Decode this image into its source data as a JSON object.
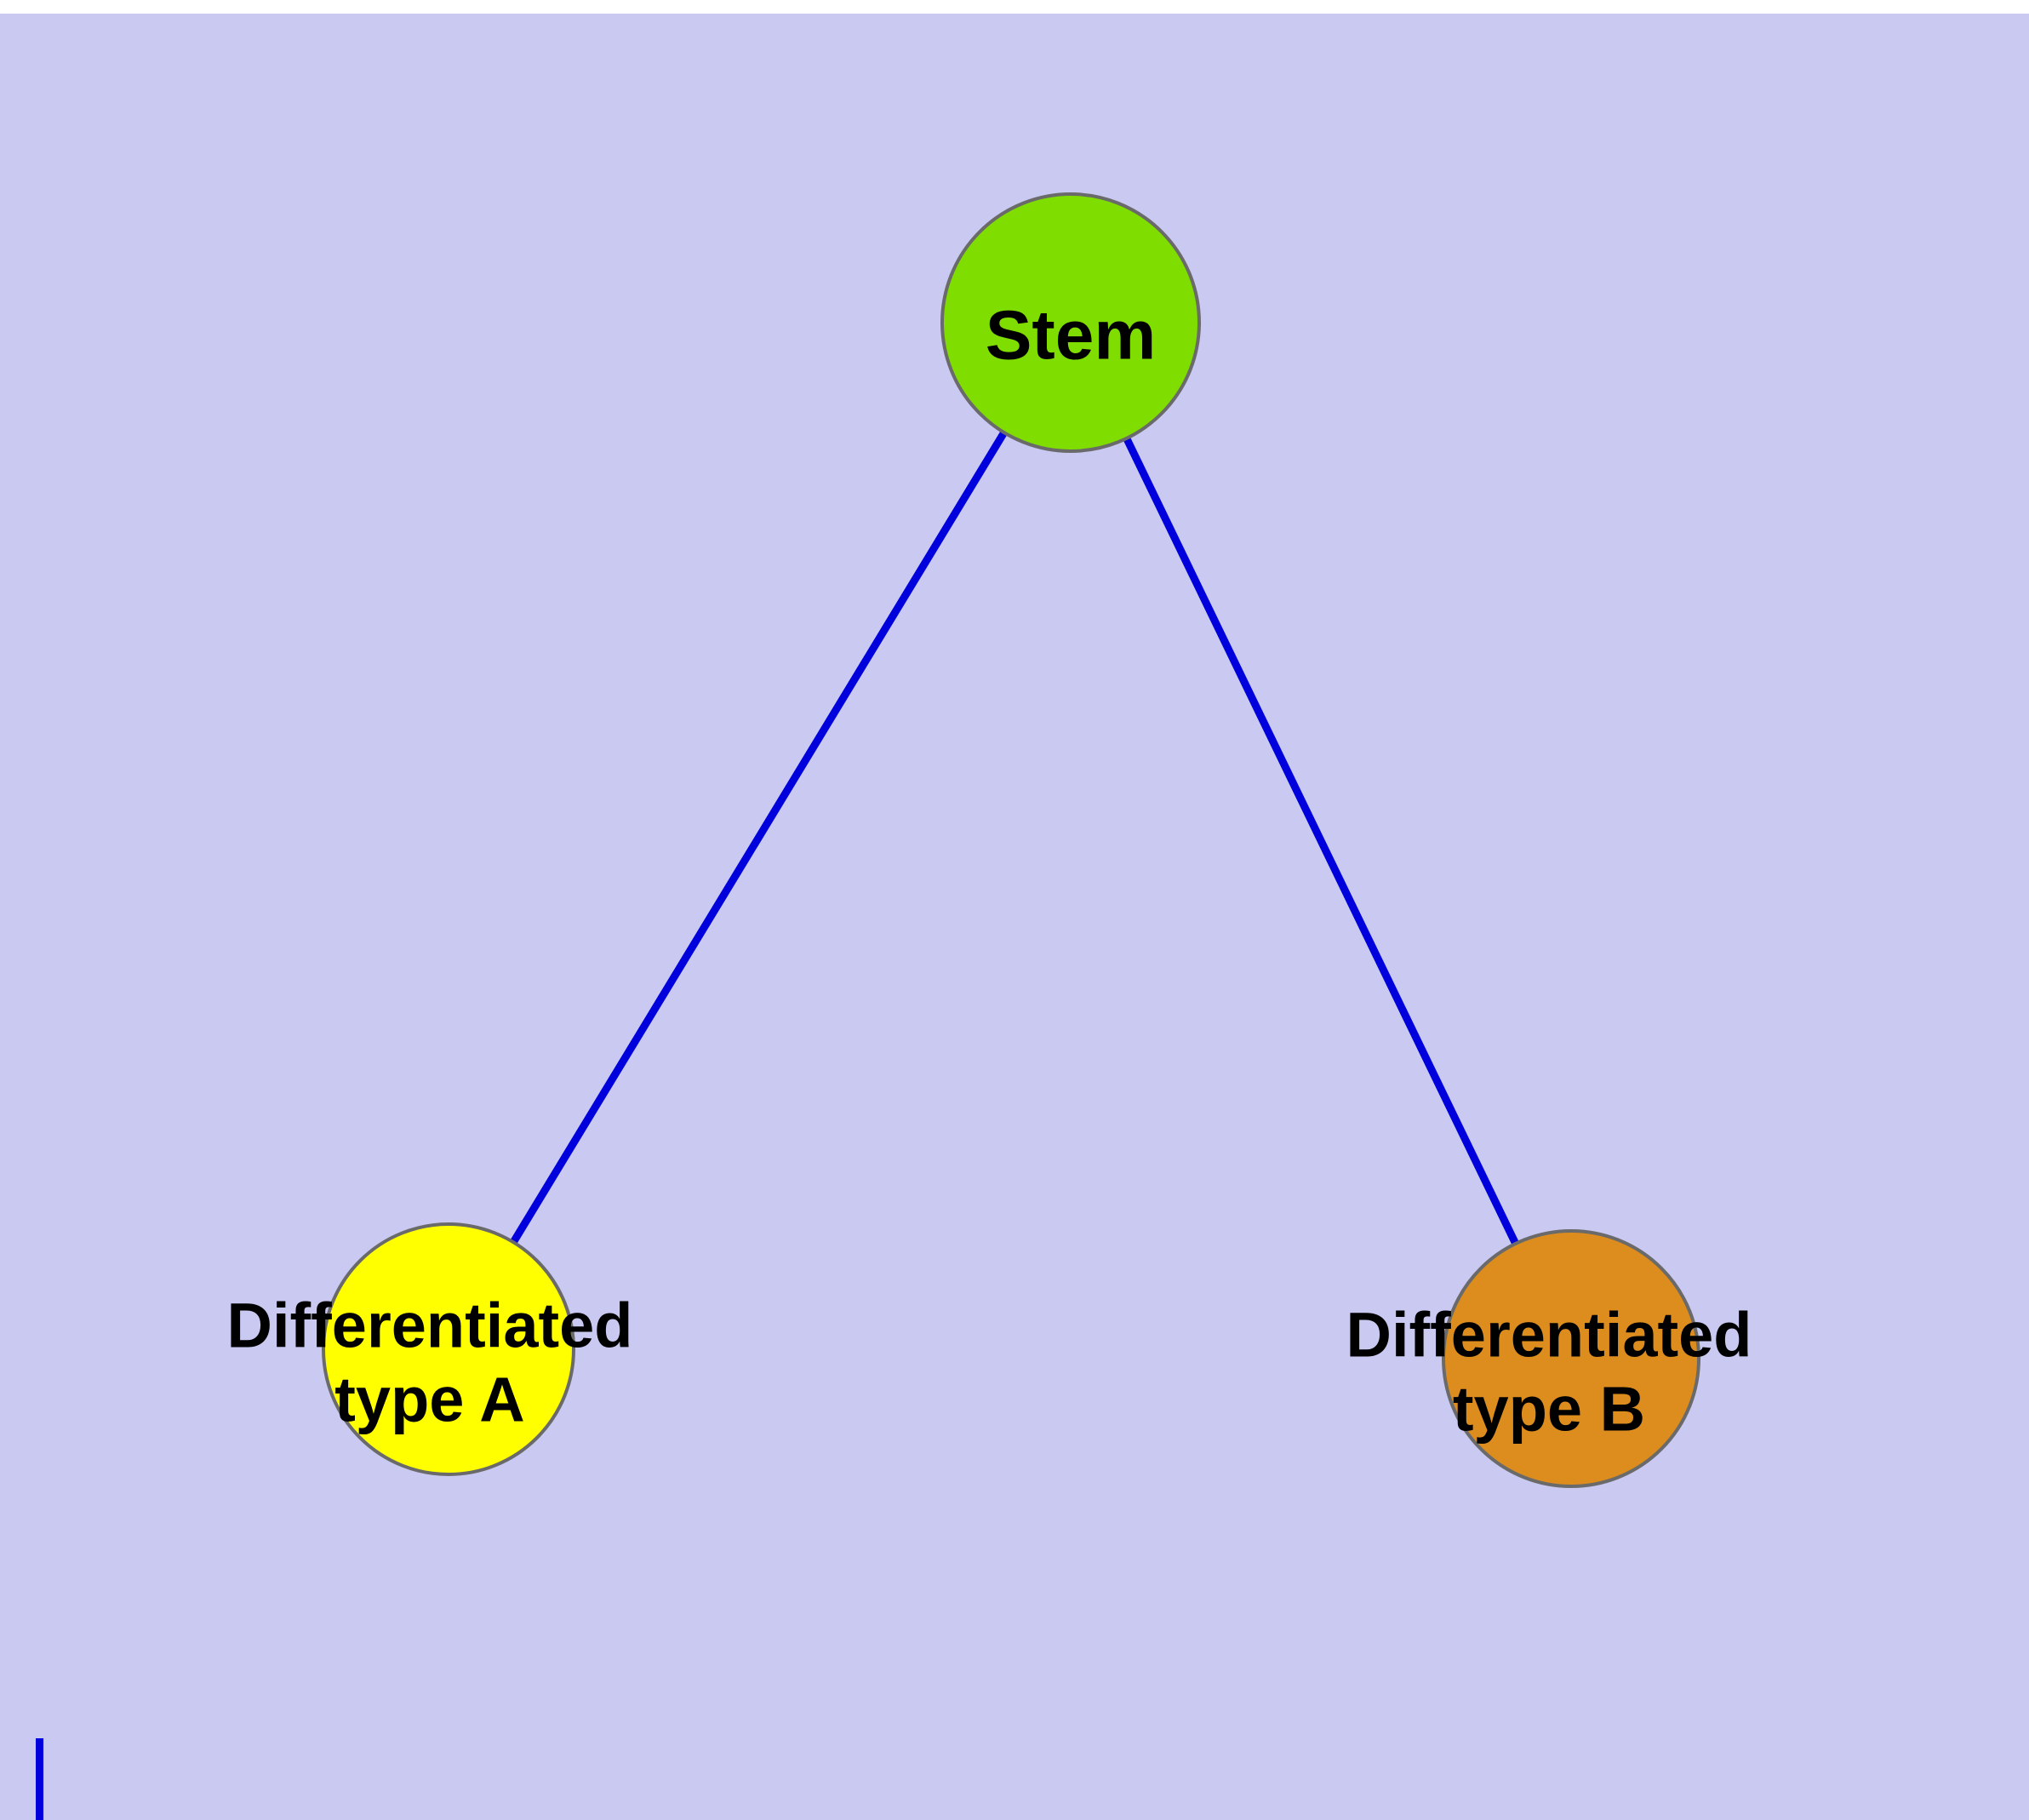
{
  "diagram": {
    "background_color": "#c9c9f2",
    "edge_color": "#0000dd",
    "node_border_color": "#6a6a6a",
    "label_color": "#000000",
    "nodes": [
      {
        "id": "stem",
        "label": "Stem",
        "color": "#7fdd00"
      },
      {
        "id": "differentiated-type-a",
        "label": "Differentiated\ntype A",
        "color": "#ffff00"
      },
      {
        "id": "differentiated-type-b",
        "label": "Differentiated\ntype B",
        "color": "#dd8c1e"
      }
    ],
    "edges": [
      {
        "from": "stem",
        "to": "differentiated-type-a"
      },
      {
        "from": "stem",
        "to": "differentiated-type-b"
      }
    ]
  }
}
